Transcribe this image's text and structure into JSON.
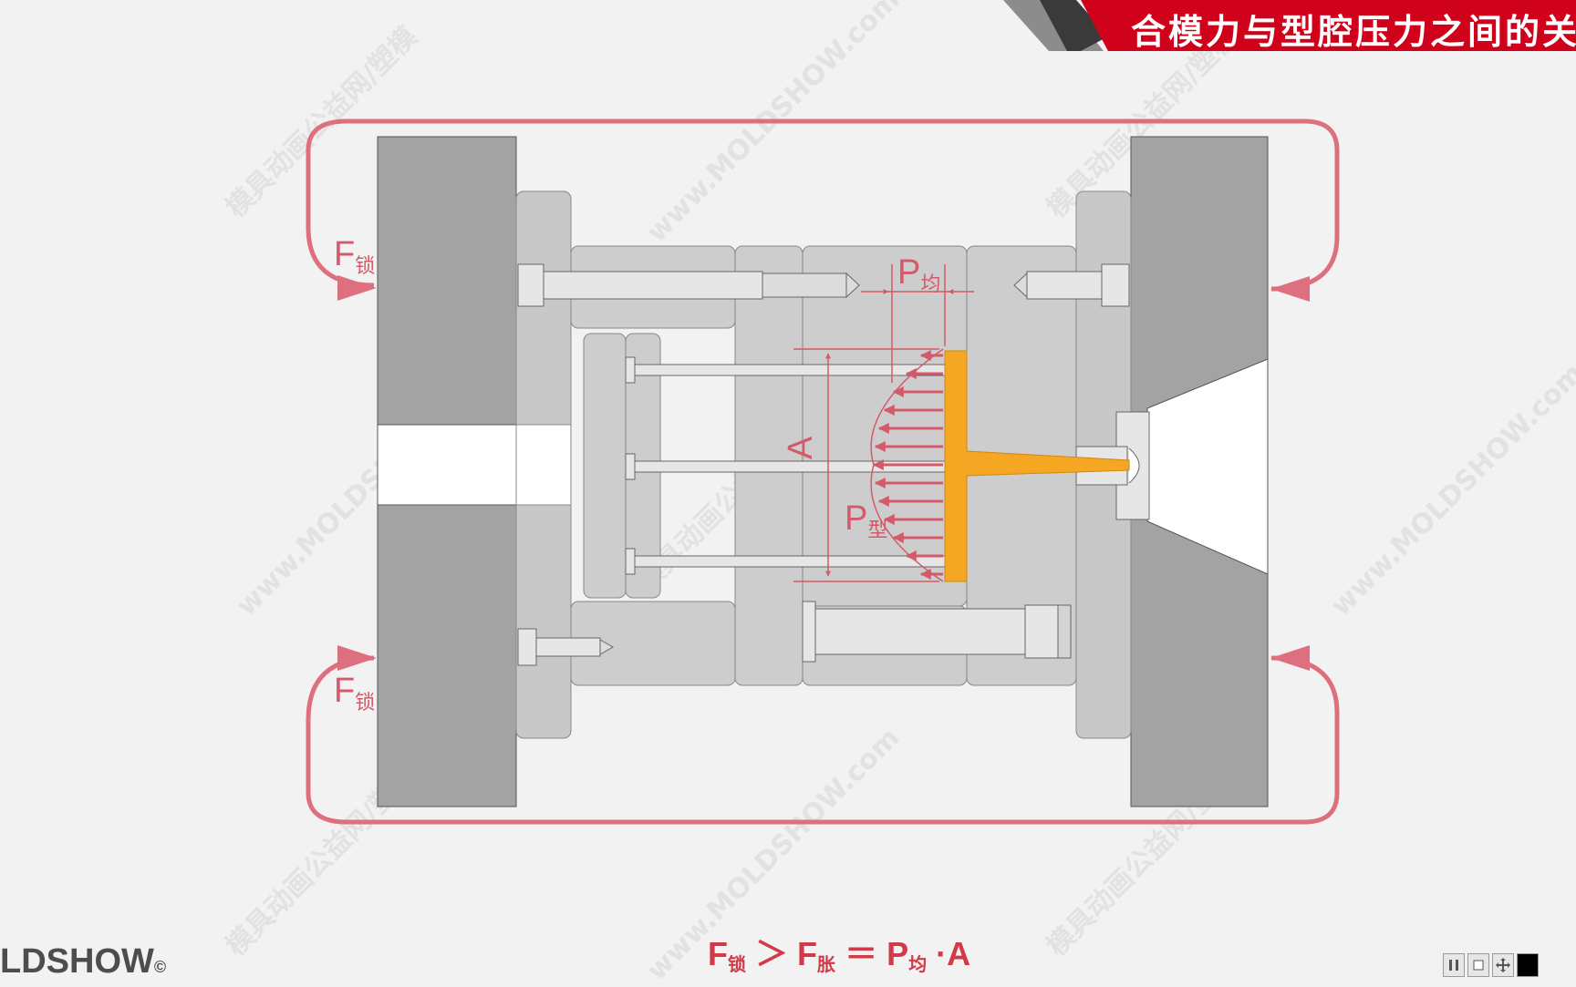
{
  "title": "合模力与型腔压力之间的关",
  "brand": {
    "text": "LDSHOW",
    "copyright": "©"
  },
  "formula": {
    "f_lock": "F",
    "f_lock_sub": "锁",
    "gt": "＞",
    "f_expand": "F",
    "f_expand_sub": "胀",
    "eq": "＝",
    "p_avg": "P",
    "p_avg_sub": "均",
    "tail": "·A"
  },
  "labels": {
    "f_lock_top": {
      "main": "F",
      "sub": "锁"
    },
    "f_lock_bottom": {
      "main": "F",
      "sub": "锁"
    },
    "p_avg": {
      "main": "P",
      "sub": "均"
    },
    "p_cavity": {
      "main": "P",
      "sub": "型"
    },
    "area": "A"
  },
  "watermark": {
    "line1": "模具动画公益网/塑模",
    "line2": "www.MOLDSHOW.com"
  },
  "colors": {
    "accent_red": "#d0021b",
    "arrow_red": "#d9596b",
    "part_orange": "#f5a623",
    "platen_gray": "#a3a3a3"
  },
  "player_icons": [
    "pause-icon",
    "stop-icon",
    "move-icon",
    "black-square-icon"
  ]
}
